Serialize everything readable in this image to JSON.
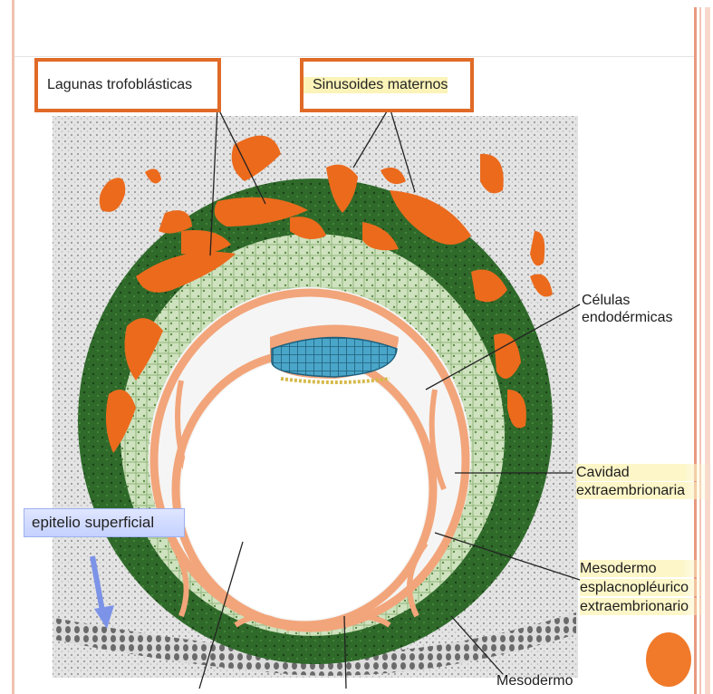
{
  "labels": {
    "lagunas": "Lagunas trofoblásticas",
    "sinusoides": "Sinusoides maternos",
    "celulas_line1": "Células",
    "celulas_line2": "endodérmicas",
    "cavidad_line1": "Cavidad",
    "cavidad_line2": "extraembrionaria",
    "epitelio": "epitelio superficial",
    "mesodermo_espl_line1": "Mesodermo",
    "mesodermo_espl_line2": "esplacnopléurico",
    "mesodermo_espl_line3": "extraembrionario",
    "mesodermo_bottom": "Mesodermo"
  },
  "colors": {
    "accent_box": "#e06a27",
    "trophoblast_dark": "#2f6a2a",
    "trophoblast_light": "#c9ddb8",
    "lacunae": "#ec6a1c",
    "mesoderm": "#f2a57a",
    "embryo_disc": "#4aa6c9",
    "epithelium_arrow": "#7c93e8",
    "circle_decor": "#f07a2a"
  }
}
